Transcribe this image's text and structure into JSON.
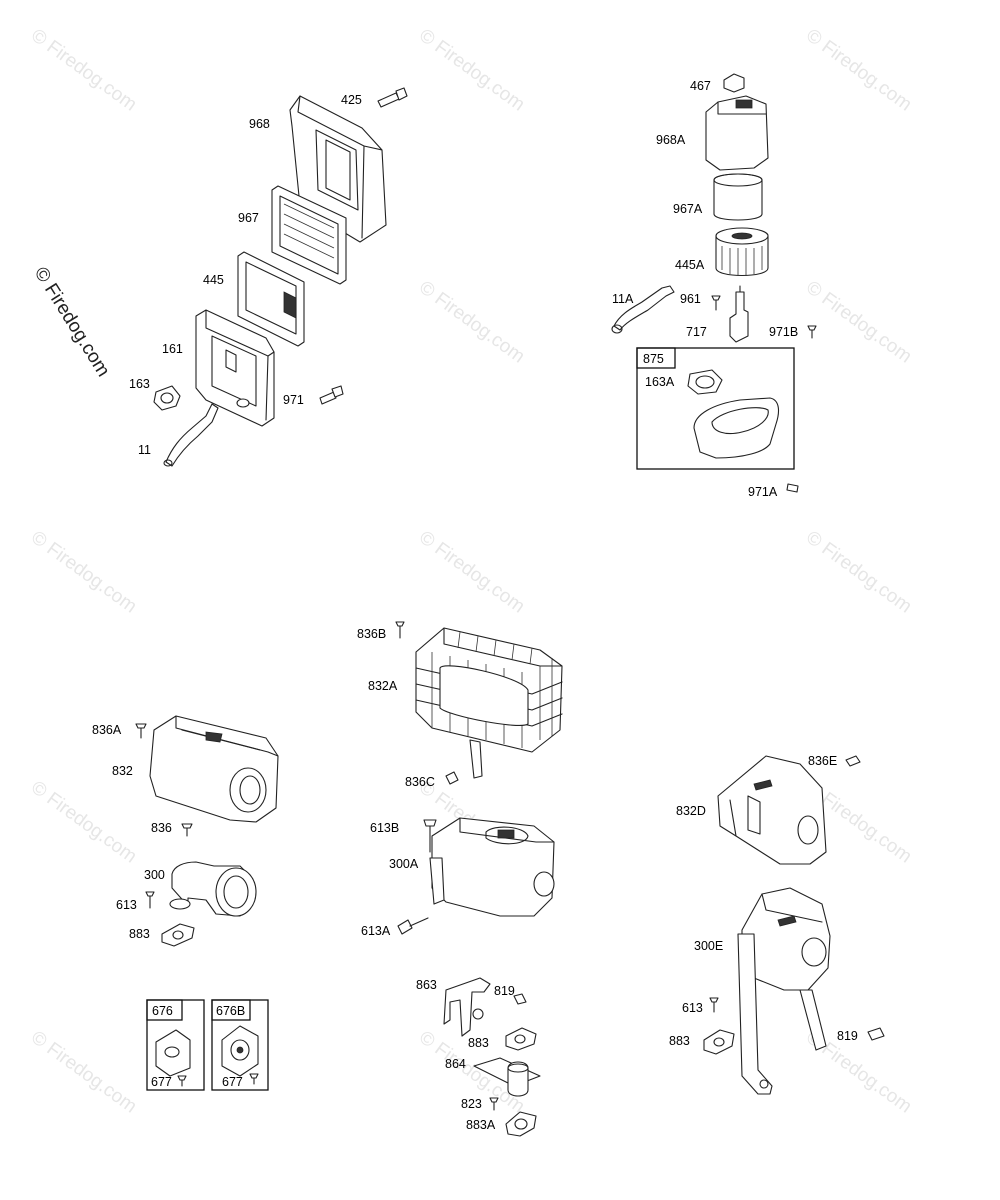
{
  "watermark": {
    "text": "© Firedog.com",
    "repeated_text": "© Firedog.com"
  },
  "parts": {
    "p425": "425",
    "p968": "968",
    "p967": "967",
    "p445": "445",
    "p161": "161",
    "p163": "163",
    "p971": "971",
    "p11": "11",
    "p467": "467",
    "p968A": "968A",
    "p967A": "967A",
    "p445A": "445A",
    "p11A": "11A",
    "p961": "961",
    "p717": "717",
    "p971B": "971B",
    "p875": "875",
    "p163A": "163A",
    "p971A": "971A",
    "p836A": "836A",
    "p832": "832",
    "p836": "836",
    "p300": "300",
    "p613": "613",
    "p883": "883",
    "p676": "676",
    "p677": "677",
    "p676B": "676B",
    "p677b": "677",
    "p836B": "836B",
    "p832A": "832A",
    "p836C": "836C",
    "p613B": "613B",
    "p300A": "300A",
    "p613A": "613A",
    "p863": "863",
    "p819": "819",
    "p883b": "883",
    "p864": "864",
    "p823": "823",
    "p883A": "883A",
    "p836E": "836E",
    "p832D": "832D",
    "p300E": "300E",
    "p613b": "613",
    "p883c": "883",
    "p819b": "819"
  }
}
